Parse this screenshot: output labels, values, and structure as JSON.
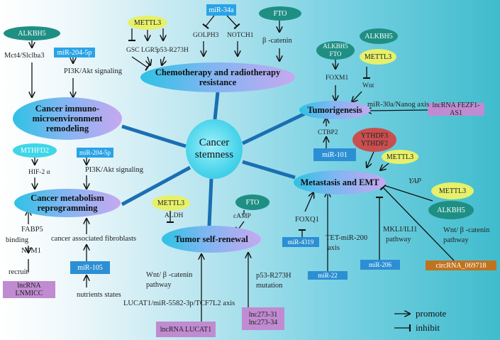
{
  "center": {
    "label": "Cancer stemness"
  },
  "hubs": {
    "chemo": "Chemotherapy and radiotherapy resistance",
    "immuno": "Cancer immuno-microenvironment remodeling",
    "metabolism": "Cancer metabolism reprogramming",
    "renewal": "Tumor self-renewal",
    "tumorigenesis": "Tumorigenesis",
    "metastasis": "Metastasis and EMT"
  },
  "nodes": {
    "alkbh5_tl": "ALKBH5",
    "mir204_tl": "miR-204-5p",
    "mettl3_chemo": "METTL3",
    "mir34a": "miR-34a",
    "fto_chemo": "FTO",
    "alkbh5_fto": "ALKBH5\nFTO",
    "alkbh5_tr": "ALKBH5",
    "mettl3_tr": "METTL3",
    "lncrna_fezf1": "lncRNA FEZF1-AS1",
    "ythdf": "YTHDF3\nYTHDF2",
    "mettl3_meta": "METTL3",
    "mir101": "miR-101",
    "mettl3_yap": "METTL3",
    "alkbh5_meta": "ALKBH5",
    "mir4319": "miR-4319",
    "mir22": "miR-22",
    "mir206": "miR-206",
    "circrna": "circRNA_069718",
    "mthfd2": "MTHFD2",
    "mir204_ml": "miR-204-5p",
    "mir105": "miR-105",
    "lncrna_lnmicc": "lncRNA LNMICC",
    "mettl3_renew": "METTL3",
    "fto_renew": "FTO",
    "lncrna_lucat1": "lncRNA LUCAT1",
    "lnc273": "lnc273-31\nlnc273-34"
  },
  "labels": {
    "mct4": "Mct4/Slclba3",
    "pi3k_1": "PI3K/Akt signaling",
    "gsc": "GSC",
    "lgr5": "LGR5",
    "p53_chemo": "p53-R273H",
    "golph3": "GOLPH3",
    "notch1": "NOTCH1",
    "bcatenin": "β -catenin",
    "foxm1": "FOXM1",
    "wnt": "Wnt",
    "nanog": "miR-30a/Nanog axis",
    "ctbp2": "CTBP2",
    "yap": "YAP",
    "wnt_bcat_1": "Wnt/ β -catenin",
    "pathway_1": "pathway",
    "foxq1": "FOXQ1",
    "tet": "TET-miR-200",
    "axis": "axis",
    "mkli": "MKLI/ILI1",
    "pathway_2": "pathway",
    "hif": "HIF-2 α",
    "pi3k_2": "PI3K/Akt signaling",
    "fabp5": "FABP5",
    "binding": "binding",
    "npm1": "NPM1",
    "recruit": "recruit",
    "caf": "cancer associated fibroblasts",
    "nutrients": "nutrients states",
    "aldh": "ALDH",
    "camp": "cAMP",
    "wnt_bcat_2": "Wnt/ β -catenin",
    "pathway_3": "pathway",
    "lucat_axis": "LUCAT1/miR-5582-3p/TCF7L2 axis",
    "p53_renew": "p53-R273H",
    "mutation": "mutation"
  },
  "legend": {
    "promote": "promote",
    "inhibit": "inhibit"
  },
  "colors": {
    "connector": "#1a6fb3",
    "teal_node": "#1f8f84",
    "yellow_node": "#e6f06a",
    "mirna_box": "#2c8fd4",
    "lncrna_box": "#c08bd0",
    "circrna_box": "#c0731f",
    "ythdf_node": "#c94f4f"
  }
}
